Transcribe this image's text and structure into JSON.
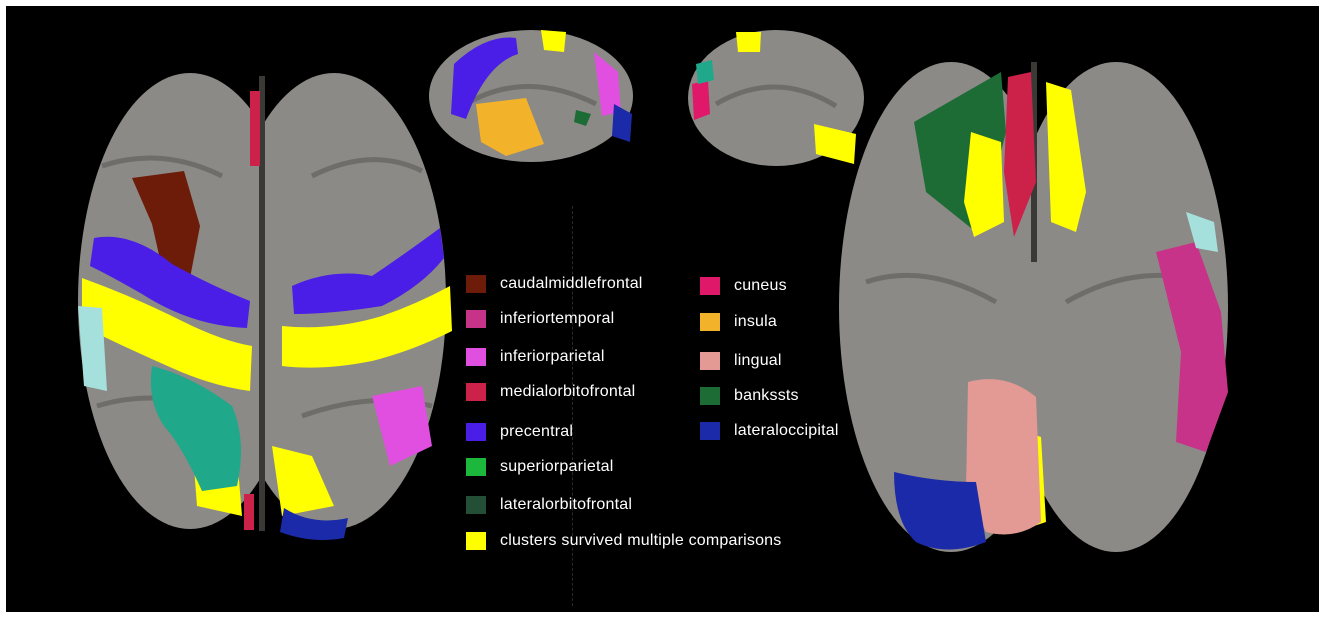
{
  "colors": {
    "background": "#000000",
    "cortex": "#8c8a86",
    "cortex_dark": "#6f6d69"
  },
  "legend": {
    "items": [
      {
        "label": "caudalmiddlefrontal",
        "color": "#6e1c0a"
      },
      {
        "label": "inferiortemporal",
        "color": "#c8338a"
      },
      {
        "label": "inferiorparietal",
        "color": "#e04fe0"
      },
      {
        "label": "medialorbitofrontal",
        "color": "#cc2148"
      },
      {
        "label": "precentral",
        "color": "#4a1ee6"
      },
      {
        "label": "superiorparietal",
        "color": "#1bb83c"
      },
      {
        "label": "lateralorbitofrontal",
        "color": "#234f36"
      },
      {
        "label": "clusters survived multiple comparisons",
        "color": "#ffff00"
      },
      {
        "label": "cuneus",
        "color": "#e0186a"
      },
      {
        "label": "insula",
        "color": "#f2b22a"
      },
      {
        "label": "lingual",
        "color": "#e49a94"
      },
      {
        "label": "bankssts",
        "color": "#1d6b35"
      },
      {
        "label": "lateraloccipital",
        "color": "#1b2aa8"
      }
    ]
  },
  "extra_colors": {
    "teal": "#1fa88a",
    "light_cyan": "#a6e0dc",
    "dark_green": "#1f5a2e"
  }
}
